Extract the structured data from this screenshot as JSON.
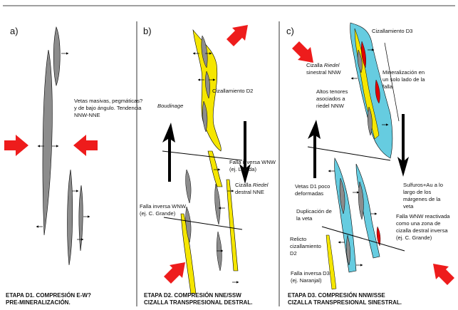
{
  "panels": [
    {
      "letter": "a)",
      "caption_lines": [
        "ETAPA D1. COMPRESIÓN E-W?",
        "PRE-MINERALIZACIÓN."
      ],
      "notes": [
        "Vetas masivas, pegmáticas?",
        "y de bajo ángulo. Tendencia",
        "NNW-NNE"
      ]
    },
    {
      "letter": "b)",
      "caption_lines": [
        "ETAPA D2. COMPRESIÓN NNE/SSW",
        "CIZALLA TRANSPRESIONAL DESTRAL."
      ],
      "labels": {
        "cizallamiento": "Cizallamiento D2",
        "boudinage": "Boudinage",
        "falla1_l1": "Falla inversa WNW",
        "falla1_l2": "(ej. Lápida)",
        "riedel_l1_a": "Cizalla ",
        "riedel_l1_b": "Riedel",
        "riedel_l2": "destral NNE",
        "falla2_l1": "Falla inversa WNW",
        "falla2_l2": "(ej. C. Grande)"
      }
    },
    {
      "letter": "c)",
      "caption_lines": [
        "ETAPA D3. COMPRESIÓN NNW/SSE",
        "CIZALLA TRANSPRESIONAL SINESTRAL."
      ],
      "labels": {
        "cizallamiento": "Cizallamiento D3",
        "riedel_l1_a": "Cizalla ",
        "riedel_l1_b": "Riedel",
        "riedel_l2": "sinestral NNW",
        "mineral": [
          "Mineralización en",
          "un solo lado de la",
          "falla"
        ],
        "altos": [
          "Altos tenores",
          "asociados a",
          "riedel NNW"
        ],
        "vetas": [
          "Vetas D1 poco",
          "deformadas"
        ],
        "duplicacion": [
          "Duplicación de",
          "la veta"
        ],
        "sulfuros": [
          "Sulfuros+Au a lo",
          "largo de los",
          "márgenes de la",
          "veta"
        ],
        "falla_wnw": [
          "Falla WNW reactivada",
          "como una zona de",
          "cizalla destral inversa",
          "(ej. C. Grande)"
        ],
        "relicto": [
          "Relicto",
          "cizallamiento",
          "D2"
        ],
        "falla_d3": [
          "Falla inversa D3",
          "(ej. Naranjal)"
        ]
      }
    }
  ],
  "colors": {
    "vein_gray": "#8c8c8c",
    "shear_yellow": "#f5e600",
    "mineral_cyan": "#66cce0",
    "ore_red": "#e00000",
    "arrow_red": "#ee1c1c",
    "line": "#000000"
  }
}
